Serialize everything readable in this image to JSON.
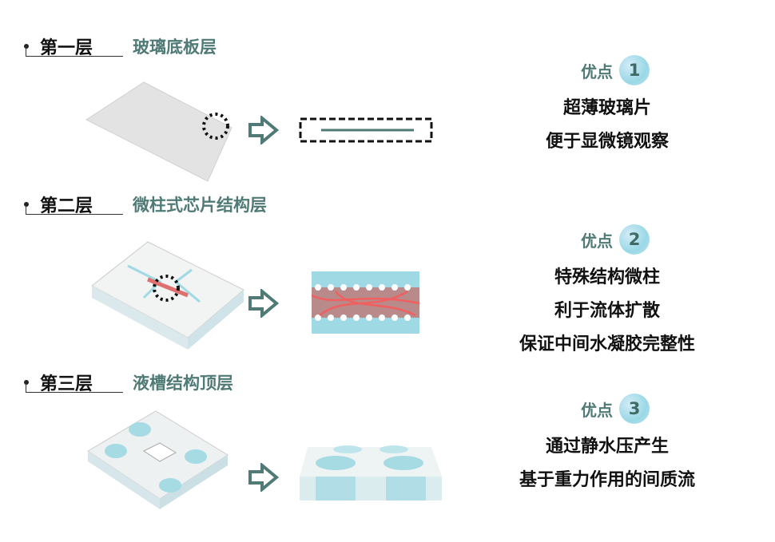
{
  "layers": [
    {
      "number": "第一层",
      "name": "玻璃底板层"
    },
    {
      "number": "第二层",
      "name": "微柱式芯片结构层"
    },
    {
      "number": "第三层",
      "name": "液槽结构顶层"
    }
  ],
  "advantages": [
    {
      "label": "优点",
      "badge": "1",
      "lines": [
        "超薄玻璃片",
        "便于显微镜观察"
      ]
    },
    {
      "label": "优点",
      "badge": "2",
      "lines": [
        "特殊结构微柱",
        "利于流体扩散",
        "保证中间水凝胶完整性"
      ]
    },
    {
      "label": "优点",
      "badge": "3",
      "lines": [
        "通过静水压产生",
        "基于重力作用的间质流"
      ]
    }
  ],
  "colors": {
    "accent": "#4f7a76",
    "gel": "#e07070",
    "fluid": "#9fd9e3"
  }
}
